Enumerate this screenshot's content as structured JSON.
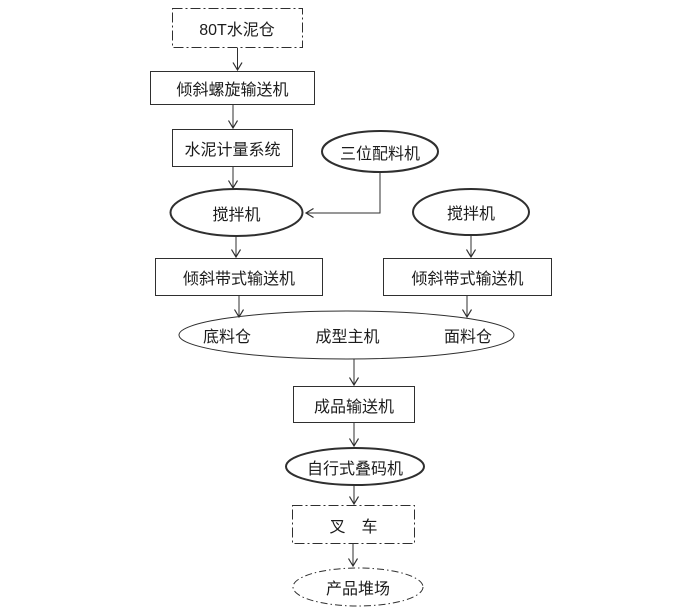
{
  "diagram": {
    "type": "flowchart",
    "background": "#ffffff",
    "line_color": "#2f2f2f",
    "text_color": "#1c1c1c",
    "nodes": {
      "cement_silo": {
        "label": "80T水泥仓",
        "shape": "rect",
        "border": "dash-dot"
      },
      "screw_conveyor": {
        "label": "倾斜螺旋输送机",
        "shape": "rect",
        "border": "solid"
      },
      "metering_system": {
        "label": "水泥计量系统",
        "shape": "rect",
        "border": "solid"
      },
      "batching_machine": {
        "label": "三位配料机",
        "shape": "ellipse",
        "border": "solid-thick"
      },
      "mixer_left": {
        "label": "搅拌机",
        "shape": "ellipse",
        "border": "solid-thick"
      },
      "mixer_right": {
        "label": "搅拌机",
        "shape": "ellipse",
        "border": "solid-thick"
      },
      "belt_conveyor_left": {
        "label": "倾斜带式输送机",
        "shape": "rect",
        "border": "solid"
      },
      "belt_conveyor_right": {
        "label": "倾斜带式输送机",
        "shape": "rect",
        "border": "solid"
      },
      "forming_station": {
        "labels": [
          "底料仓",
          "成型主机",
          "面料仓"
        ],
        "shape": "ellipse",
        "border": "solid"
      },
      "product_conveyor": {
        "label": "成品输送机",
        "shape": "rect",
        "border": "solid"
      },
      "stacker": {
        "label": "自行式叠码机",
        "shape": "ellipse",
        "border": "solid-thick"
      },
      "forklift": {
        "label": "叉　车",
        "shape": "rect",
        "border": "dash-dot"
      },
      "product_yard": {
        "label": "产品堆场",
        "shape": "ellipse",
        "border": "dash-dot"
      }
    },
    "edges": [
      {
        "from": "cement_silo",
        "to": "screw_conveyor"
      },
      {
        "from": "screw_conveyor",
        "to": "metering_system"
      },
      {
        "from": "metering_system",
        "to": "mixer_left"
      },
      {
        "from": "batching_machine",
        "to": "mixer_left"
      },
      {
        "from": "mixer_left",
        "to": "belt_conveyor_left"
      },
      {
        "from": "mixer_right",
        "to": "belt_conveyor_right"
      },
      {
        "from": "belt_conveyor_left",
        "to": "forming_station"
      },
      {
        "from": "belt_conveyor_right",
        "to": "forming_station"
      },
      {
        "from": "forming_station",
        "to": "product_conveyor"
      },
      {
        "from": "product_conveyor",
        "to": "stacker"
      },
      {
        "from": "stacker",
        "to": "forklift"
      },
      {
        "from": "forklift",
        "to": "product_yard"
      }
    ]
  }
}
